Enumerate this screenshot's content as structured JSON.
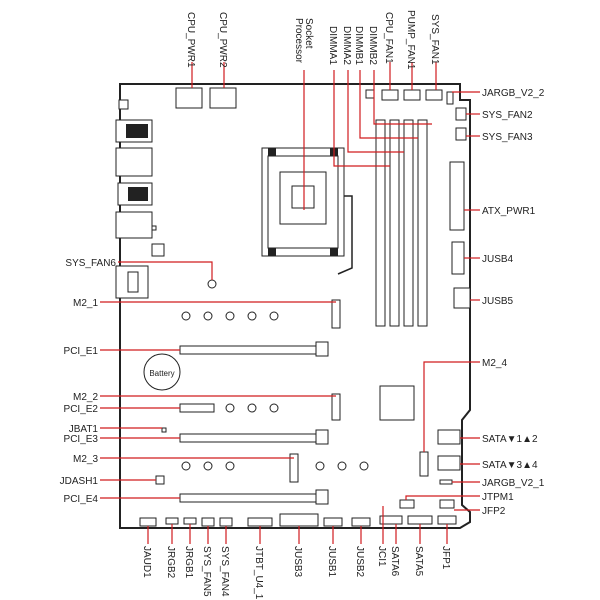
{
  "labels": {
    "top": {
      "cpu_pwr1": "CPU_PWR1",
      "cpu_pwr2": "CPU_PWR2",
      "processor_socket_1": "Processor",
      "processor_socket_2": "Socket",
      "dimma1": "DIMMA1",
      "dimma2": "DIMMA2",
      "dimmb1": "DIMMB1",
      "dimmb2": "DIMMB2",
      "cpu_fan1": "CPU_FAN1",
      "pump_fan1": "PUMP_FAN1",
      "sys_fan1": "SYS_FAN1"
    },
    "right": {
      "jargb_v2_2": "JARGB_V2_2",
      "sys_fan2": "SYS_FAN2",
      "sys_fan3": "SYS_FAN3",
      "atx_pwr1": "ATX_PWR1",
      "jusb4": "JUSB4",
      "jusb5": "JUSB5",
      "m2_4": "M2_4",
      "sata12": "SATA▼1▲2",
      "sata34": "SATA▼3▲4",
      "jargb_v2_1": "JARGB_V2_1",
      "jtpm1": "JTPM1",
      "jfp2": "JFP2"
    },
    "left": {
      "sys_fan6": "SYS_FAN6",
      "m2_1": "M2_1",
      "pci_e1": "PCI_E1",
      "m2_2": "M2_2",
      "pci_e2": "PCI_E2",
      "jbat1": "JBAT1",
      "pci_e3": "PCI_E3",
      "m2_3": "M2_3",
      "jdash1": "JDASH1",
      "pci_e4": "PCI_E4"
    },
    "bottom": {
      "jaud1": "JAUD1",
      "jrgb2": "JRGB2",
      "jrgb1": "JRGB1",
      "sys_fan5": "SYS_FAN5",
      "sys_fan4": "SYS_FAN4",
      "jtbt_u4_1": "JTBT_U4_1",
      "jusb3": "JUSB3",
      "jusb1": "JUSB1",
      "jusb2": "JUSB2",
      "jci1": "JCI1",
      "sata6": "SATA6",
      "sata5": "SATA5",
      "jfp1": "JFP1"
    },
    "battery": "Battery"
  },
  "colors": {
    "leader": "#d01c1f",
    "outline": "#222222"
  }
}
